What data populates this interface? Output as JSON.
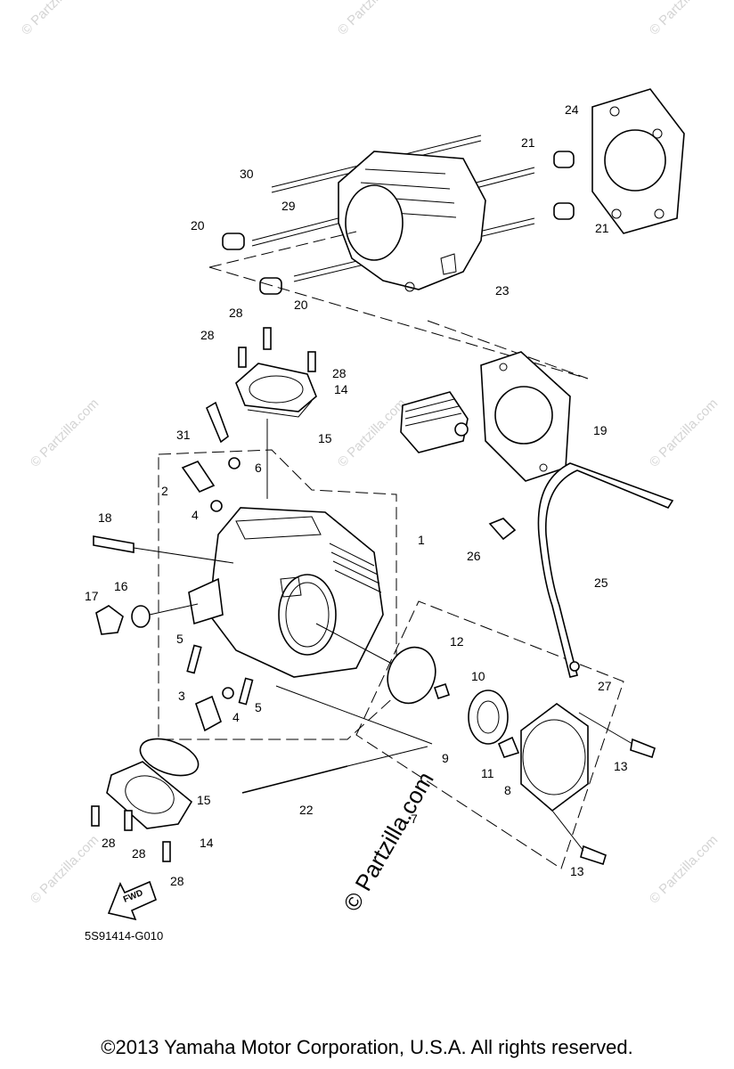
{
  "diagram": {
    "part_labels": [
      {
        "id": "30",
        "text": "30"
      },
      {
        "id": "29",
        "text": "29"
      },
      {
        "id": "20a",
        "text": "20"
      },
      {
        "id": "20b",
        "text": "20"
      },
      {
        "id": "21a",
        "text": "21"
      },
      {
        "id": "21b",
        "text": "21"
      },
      {
        "id": "24",
        "text": "24"
      },
      {
        "id": "23",
        "text": "23"
      },
      {
        "id": "28a",
        "text": "28"
      },
      {
        "id": "28b",
        "text": "28"
      },
      {
        "id": "28c",
        "text": "28"
      },
      {
        "id": "14a",
        "text": "14"
      },
      {
        "id": "15a",
        "text": "15"
      },
      {
        "id": "31",
        "text": "31"
      },
      {
        "id": "19",
        "text": "19"
      },
      {
        "id": "6",
        "text": "6"
      },
      {
        "id": "2",
        "text": "2"
      },
      {
        "id": "4a",
        "text": "4"
      },
      {
        "id": "1",
        "text": "1"
      },
      {
        "id": "18",
        "text": "18"
      },
      {
        "id": "26",
        "text": "26"
      },
      {
        "id": "25",
        "text": "25"
      },
      {
        "id": "17",
        "text": "17"
      },
      {
        "id": "16",
        "text": "16"
      },
      {
        "id": "5a",
        "text": "5"
      },
      {
        "id": "12",
        "text": "12"
      },
      {
        "id": "10",
        "text": "10"
      },
      {
        "id": "27",
        "text": "27"
      },
      {
        "id": "3",
        "text": "3"
      },
      {
        "id": "4b",
        "text": "4"
      },
      {
        "id": "5b",
        "text": "5"
      },
      {
        "id": "9",
        "text": "9"
      },
      {
        "id": "11",
        "text": "11"
      },
      {
        "id": "13a",
        "text": "13"
      },
      {
        "id": "8",
        "text": "8"
      },
      {
        "id": "15b",
        "text": "15"
      },
      {
        "id": "22",
        "text": "22"
      },
      {
        "id": "7",
        "text": "7"
      },
      {
        "id": "28d",
        "text": "28"
      },
      {
        "id": "28e",
        "text": "28"
      },
      {
        "id": "14b",
        "text": "14"
      },
      {
        "id": "28f",
        "text": "28"
      },
      {
        "id": "13b",
        "text": "13"
      }
    ],
    "fwd_label": "FWD",
    "diagram_code": "5S91414-G010",
    "watermark": "© Partzilla.com",
    "watermark_small": "© Partzilla.com"
  },
  "footer": {
    "copyright": "©2013 Yamaha Motor Corporation, U.S.A. All rights reserved."
  }
}
